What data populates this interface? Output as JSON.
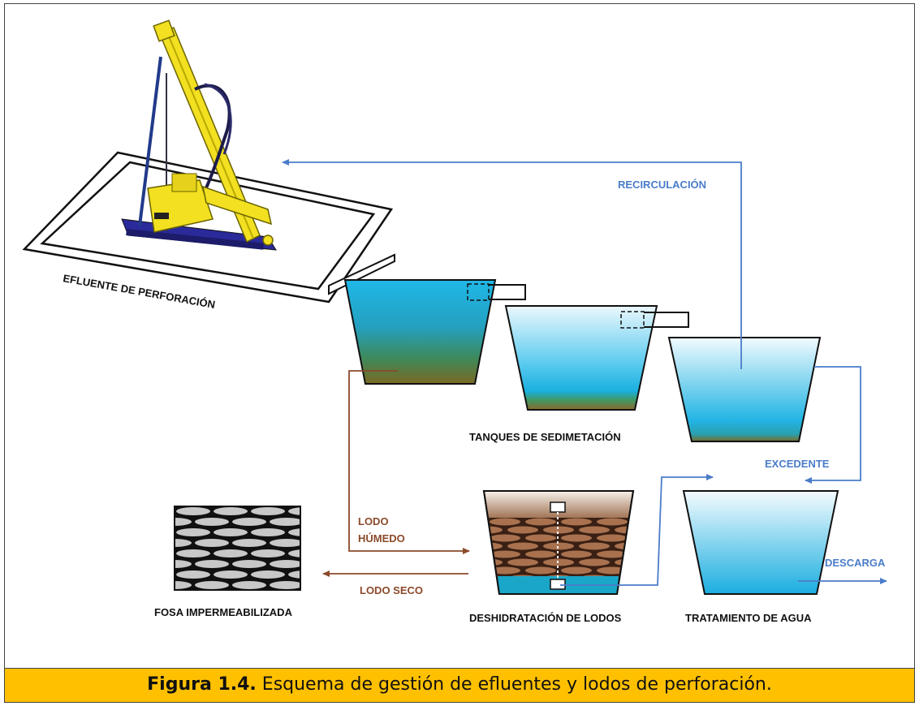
{
  "labels": {
    "efluente": "EFLUENTE DE PERFORACIÓN",
    "recirculacion": "RECIRCULACIÓN",
    "tanques": "TANQUES DE SEDIMETACIÓN",
    "excedente": "EXCEDENTE",
    "lodo_humedo_1": "LODO",
    "lodo_humedo_2": "HÚMEDO",
    "lodo_seco": "LODO SECO",
    "fosa": "FOSA IMPERMEABILIZADA",
    "deshidratacion": "DESHIDRATACIÓN DE LODOS",
    "tratamiento": "TRATAMIENTO DE AGUA",
    "descarga": "DESCARGA"
  },
  "caption": {
    "label": "Figura 1.4.",
    "text": " Esquema de gestión de efluentes y lodos de perforación."
  },
  "colors": {
    "water_flow": "#4a7cc9",
    "sludge_flow": "#8b4a2b",
    "water_top": "#e8f6fc",
    "water_bottom": "#1ab0e0",
    "sludge": "#8a6a2a",
    "rig_yellow": "#f2e021",
    "rig_base": "#2a2a9a",
    "caption_bg": "#ffc000"
  }
}
